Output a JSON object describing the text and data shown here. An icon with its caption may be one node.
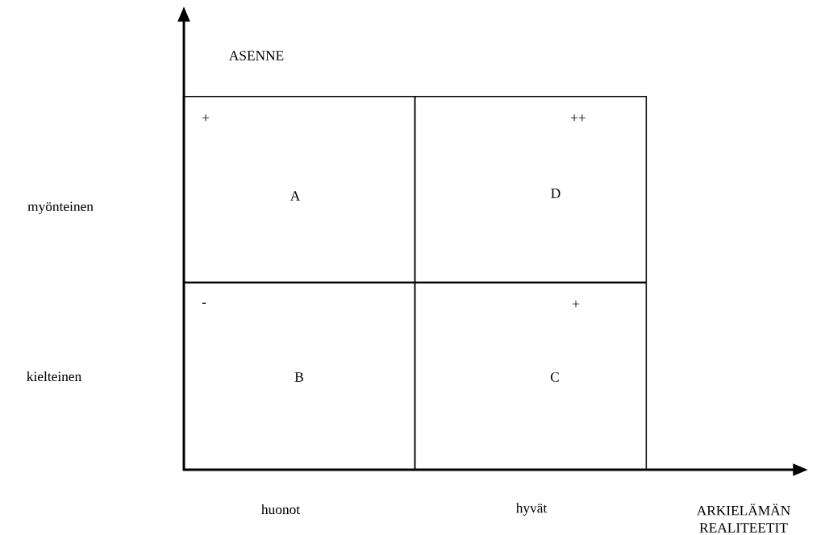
{
  "diagram": {
    "nodes": [
      {
        "text": [
          "+",
          "A"
        ]
      },
      {
        "text": [
          "++",
          "D"
        ]
      },
      {
        "text": [
          "-",
          "B"
        ]
      },
      {
        "text": [
          "+",
          "C"
        ]
      }
    ],
    "labels": [
      "ASENNE",
      "myönteinen",
      "kielteinen",
      "huonot",
      "hyvät",
      "ARKIELÄMÄN REALITEETIT"
    ]
  }
}
